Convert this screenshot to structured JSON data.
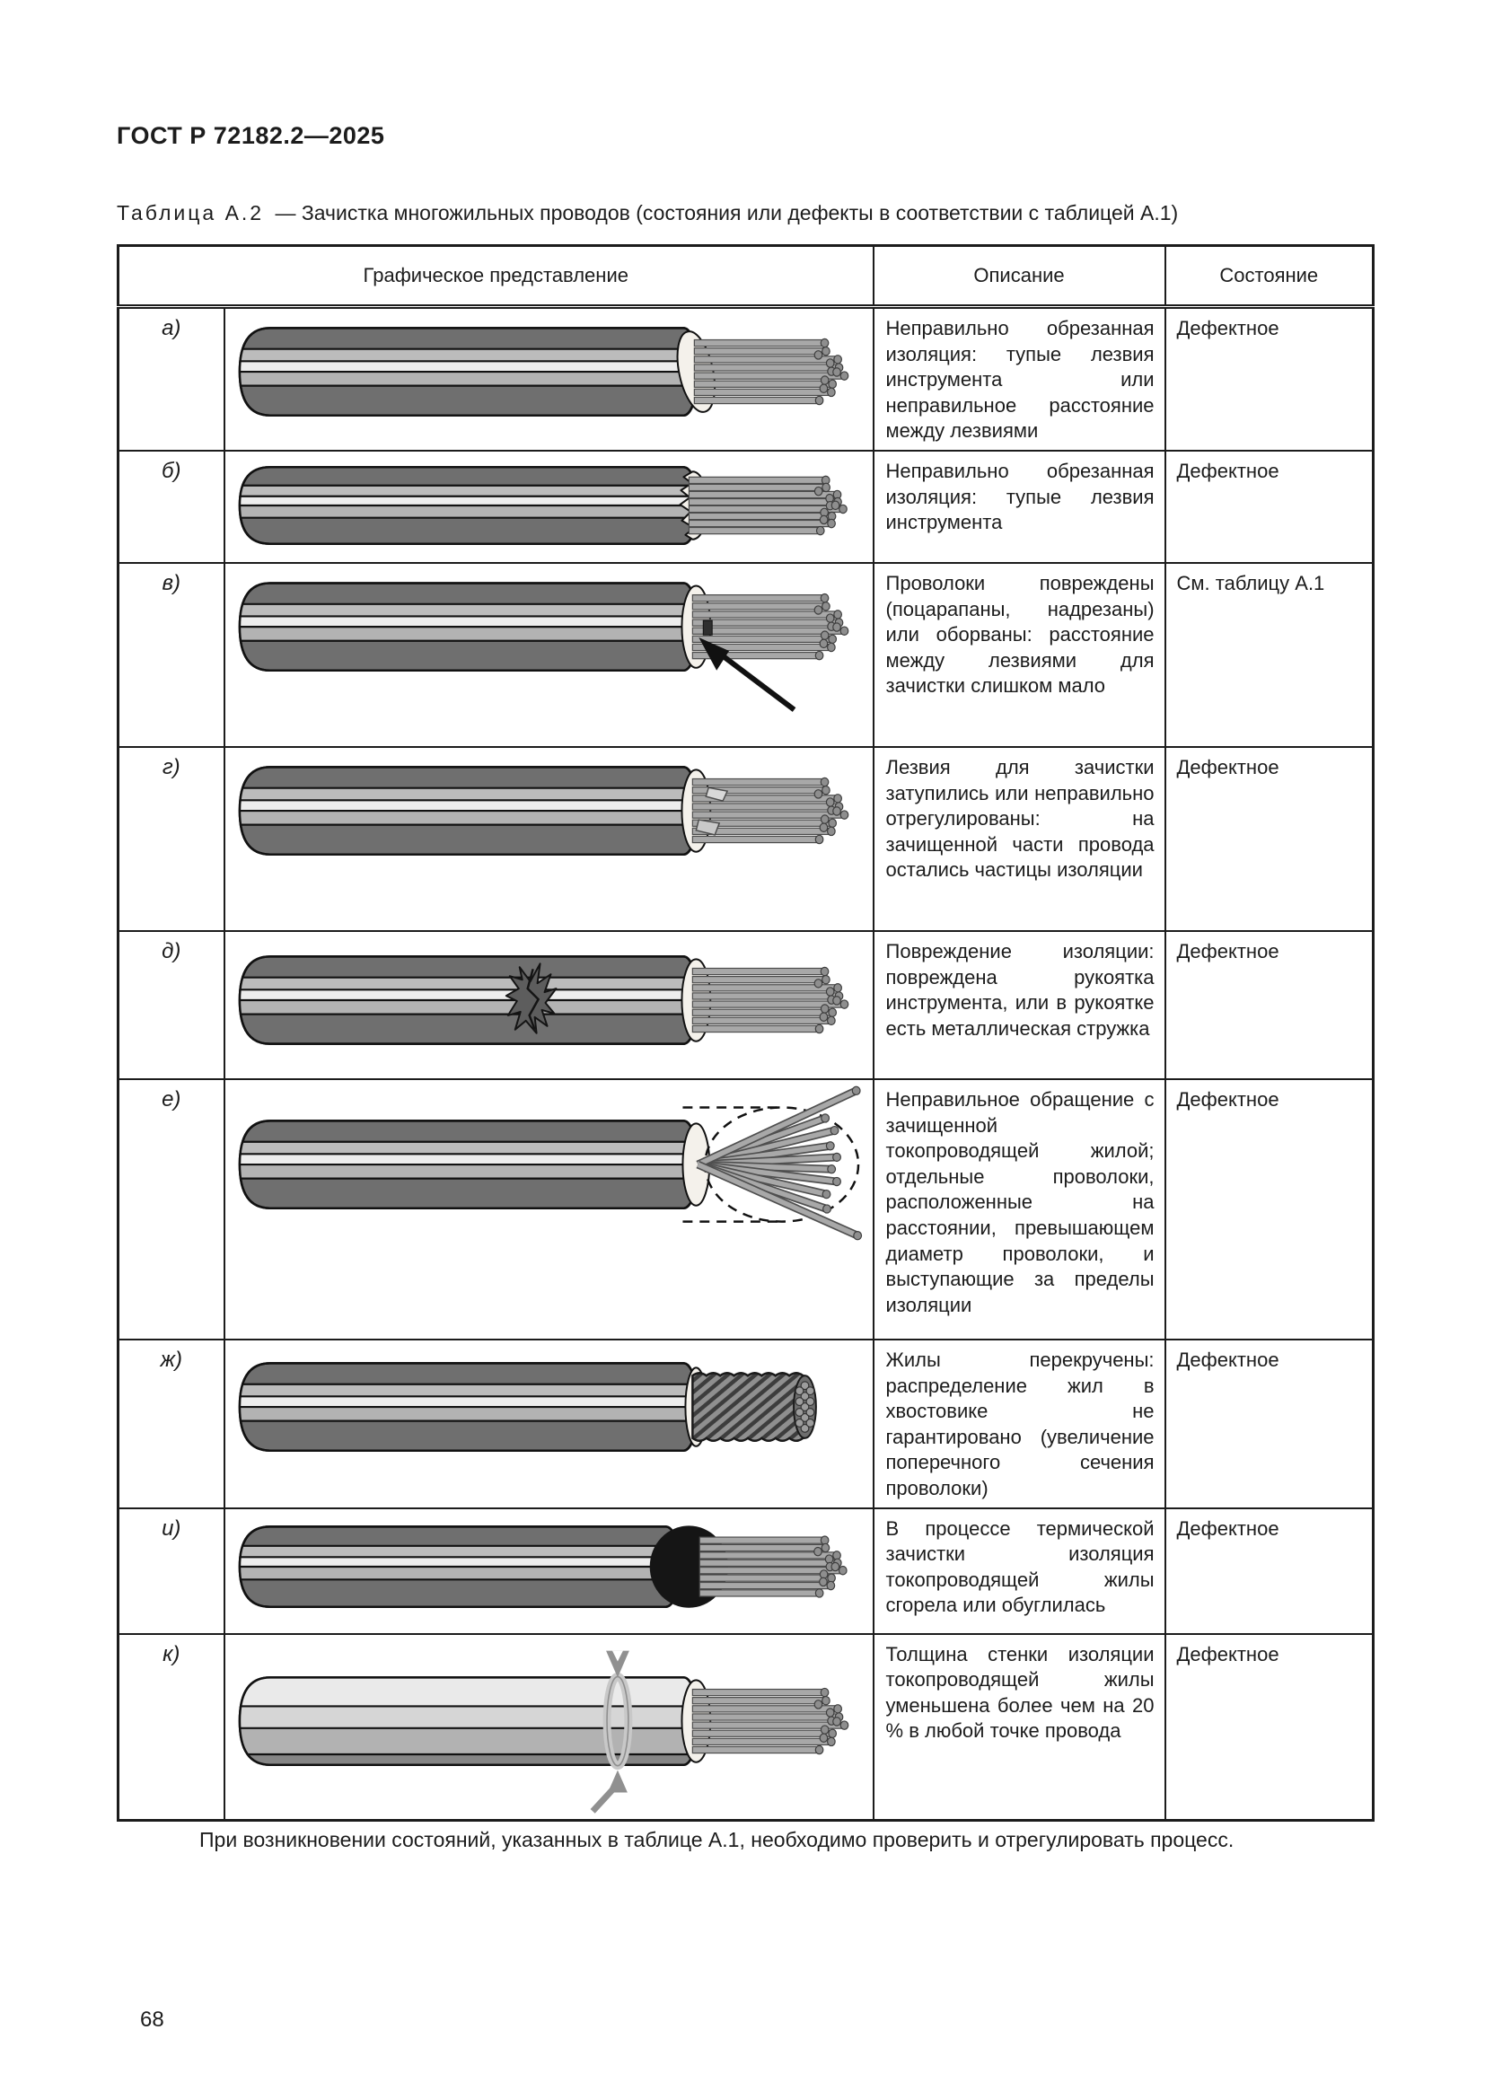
{
  "page": {
    "header": "ГОСТ Р 72182.2—2025",
    "table_label": "Таблица А.2",
    "table_title_rest": "— Зачистка многожильных проводов (состояния или дефекты в соответствии с таблицей А.1)",
    "footnote": "При возникновении состояний, указанных в таблице А.1, необходимо проверить и отрегулировать процесс.",
    "page_number": "68"
  },
  "table": {
    "columns": {
      "graphic": "Графическое представление",
      "description": "Описание",
      "state": "Состояние"
    },
    "rows": [
      {
        "label": "а)",
        "graphic": "slanted-cut-insulation",
        "description": "Неправильно обрезанная изоляция: тупые лезвия инструмента или неправильное расстояние между лезвиями",
        "state": "Дефектное"
      },
      {
        "label": "б)",
        "graphic": "ragged-cut-insulation",
        "description": "Неправильно обрезанная изоляция: тупые лезвия инструмента",
        "state": "Дефектное"
      },
      {
        "label": "в)",
        "graphic": "damaged-strands-arrow",
        "description": "Проволоки повреждены (поцарапаны, надрезаны) или оборваны: расстояние между лезвиями для зачистки слишком мало",
        "state": "См. таблицу А.1"
      },
      {
        "label": "г)",
        "graphic": "insulation-particles",
        "description": "Лезвия для зачистки затупились или неправильно отрегулированы: на зачищенной части провода остались частицы изоляции",
        "state": "Дефектное"
      },
      {
        "label": "д)",
        "graphic": "torn-insulation",
        "description": "Повреждение изоляции: повреждена рукоятка инструмента, или в рукоятке есть металлическая стружка",
        "state": "Дефектное"
      },
      {
        "label": "е)",
        "graphic": "splayed-strands",
        "description": "Неправильное обращение с зачищенной токопроводящей жилой; отдельные проволоки, расположенные на расстоянии, превышающем диаметр проволоки, и выступающие за пределы изоляции",
        "state": "Дефектное"
      },
      {
        "label": "ж)",
        "graphic": "twisted-strands",
        "description": "Жилы перекручены: распределение жил в хвостовике не гарантировано (увеличение поперечного сечения проволоки)",
        "state": "Дефектное"
      },
      {
        "label": "и)",
        "graphic": "charred-insulation",
        "description": "В процессе термической зачистки изоляция токопроводящей жилы сгорела или обуглилась",
        "state": "Дефектное"
      },
      {
        "label": "к)",
        "graphic": "reduced-wall-thickness",
        "description": "Толщина стенки изоляции токопроводящей жилы уменьшена более чем на 20 % в любой точке провода",
        "state": "Дефектное"
      }
    ]
  },
  "colors": {
    "table_border": "#1c1c1c",
    "insulation_dark": "#6f6f6f",
    "insulation_highlight": "#ededed",
    "insulation_light_wire": "#eaeaea",
    "conductor_strand": "#a8a8a8",
    "cut_face": "#f4f1eb",
    "charred_black": "#151515",
    "annotation_arrow_gray": "#909090",
    "annotation_arrow_black": "#111111"
  }
}
